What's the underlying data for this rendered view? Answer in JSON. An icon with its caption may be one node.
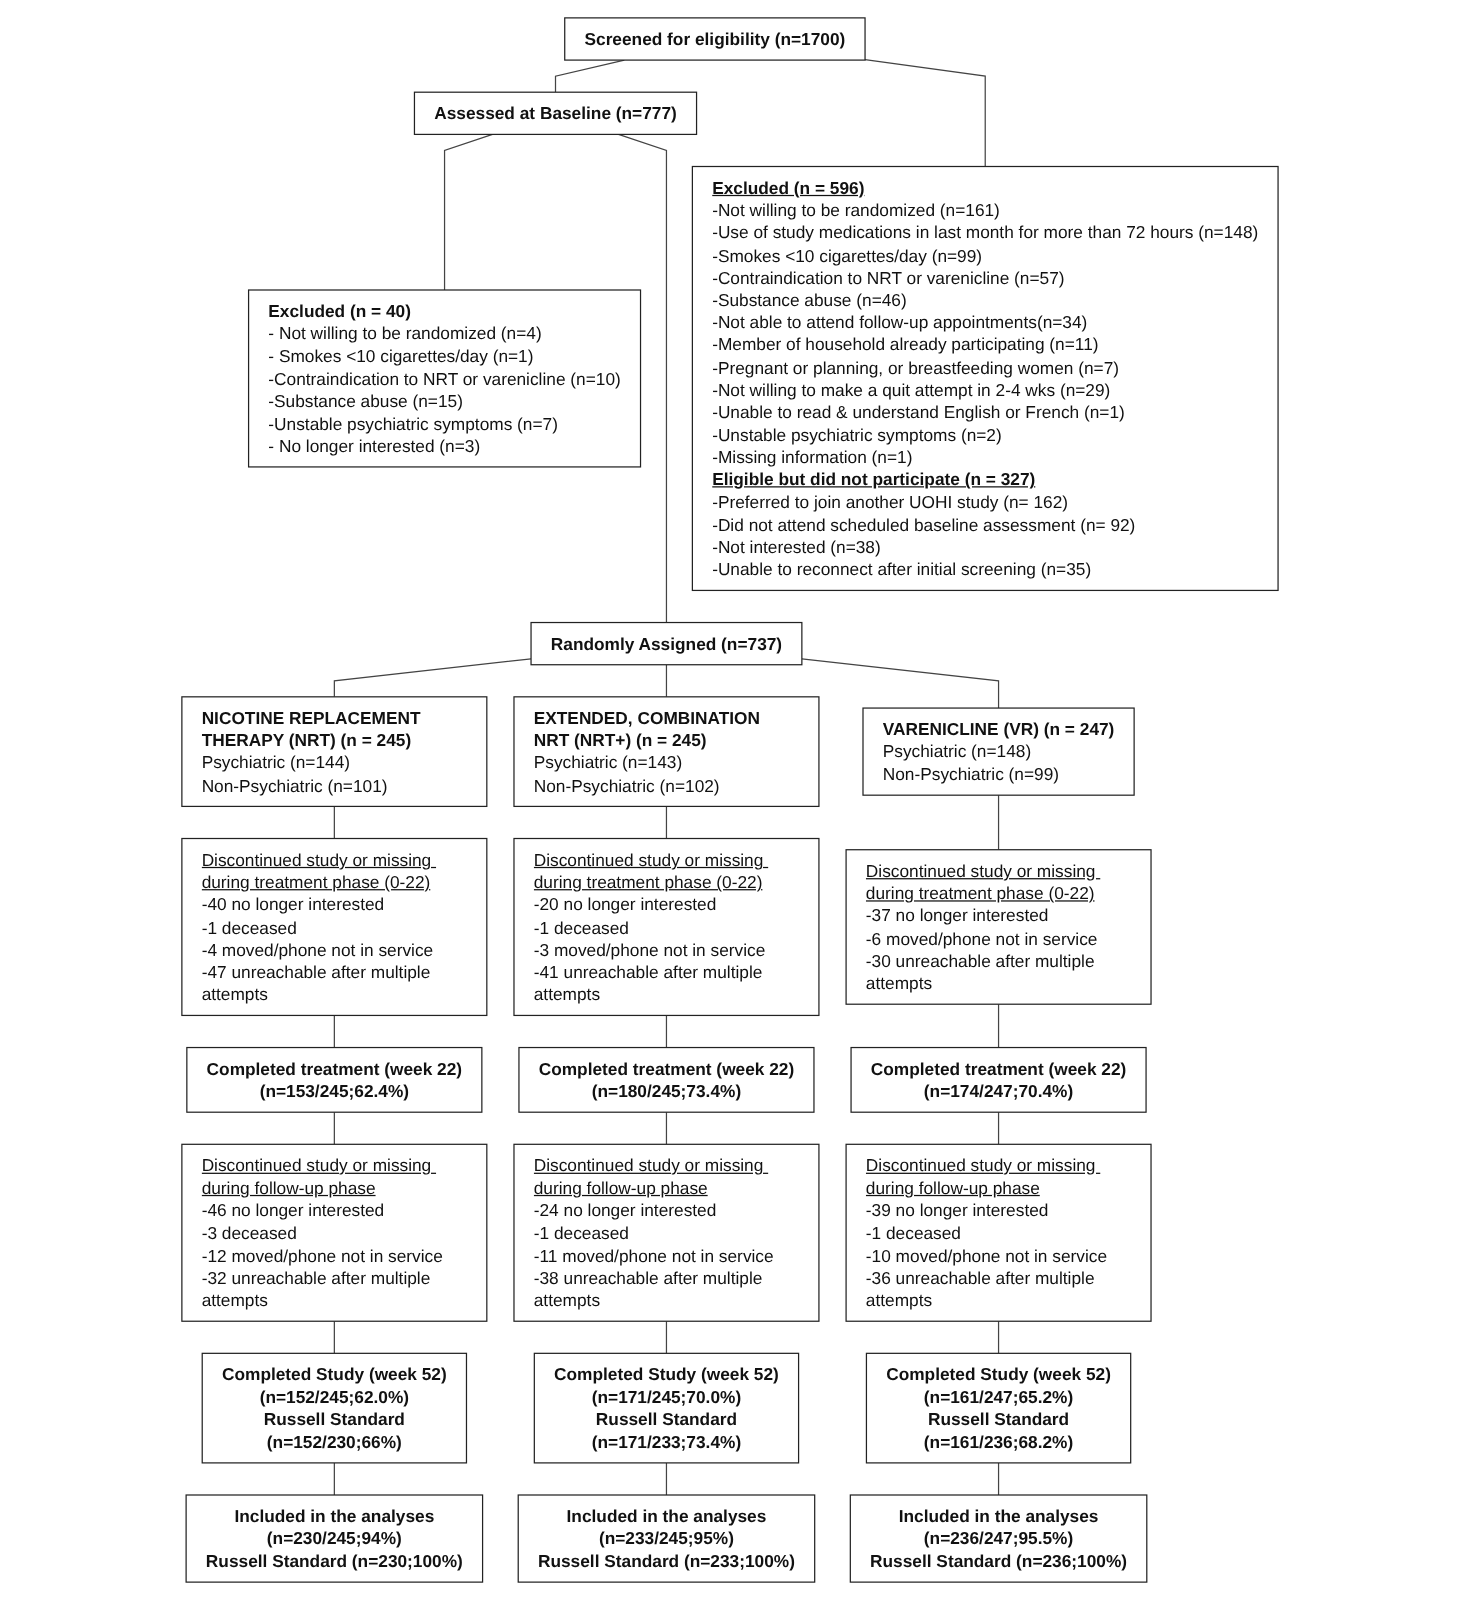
{
  "diagram": {
    "nodes": [
      {
        "text": [
          "Screened for eligibility (n=1700)"
        ]
      },
      {
        "text": [
          "Excluded (n = 596)",
          "-Not willing to be randomized (n=161)",
          "-Use of study medications in last month for more than 72 hours (n=148)",
          "-Smokes <10 cigarettes/day (n=99)",
          "-Contraindication to NRT or varenicline (n=57)",
          "-Substance abuse (n=46)",
          "-Not able to attend follow-up appointments(n=34)",
          "-Member of household already participating (n=11)",
          "-Pregnant or planning, or breastfeeding women (n=7)",
          "-Not willing to make a quit attempt in 2-4 wks (n=29)",
          "-Unable to read & understand English or French (n=1)",
          "-Unstable psychiatric symptoms (n=2)",
          "-Missing information (n=1)",
          "Eligible but did not participate (n = 327)",
          "-Preferred to join another UOHI study (n= 162)",
          "-Did not attend scheduled baseline assessment (n= 92)",
          "-Not interested (n=38)",
          "-Unable to reconnect after initial screening (n=35)"
        ]
      },
      {
        "text": [
          "Assessed at Baseline (n=777)"
        ]
      },
      {
        "text": [
          "Excluded (n = 40)",
          "- Not willing to be randomized (n=4)",
          "- Smokes <10 cigarettes/day (n=1)",
          "-Contraindication to NRT or varenicline (n=10)",
          "-Substance abuse (n=15)",
          "-Unstable psychiatric symptoms (n=7)",
          "- No longer interested (n=3)"
        ]
      },
      {
        "text": [
          "Randomly Assigned (n=737)"
        ]
      },
      {
        "text": [
          "NICOTINE REPLACEMENT THERAPY (NRT) (n = 245)",
          "Psychiatric (n=144)",
          "Non-Psychiatric (n=101)"
        ]
      },
      {
        "text": [
          "EXTENDED, COMBINATION NRT (NRT+) (n = 245)",
          "Psychiatric (n=143)",
          "Non-Psychiatric (n=102)"
        ]
      },
      {
        "text": [
          "VARENICLINE (VR) (n = 247)",
          "Psychiatric (n=148)",
          "Non-Psychiatric (n=99)"
        ]
      },
      {
        "text": [
          "Discontinued study or missing during treatment phase (0-22)",
          "-40 no longer interested",
          "-1 deceased",
          "-4 moved/phone not in service",
          "-47 unreachable after multiple attempts"
        ]
      },
      {
        "text": [
          "Discontinued study or missing during treatment phase (0-22)",
          "-20 no longer interested",
          "-1 deceased",
          "-3 moved/phone not in service",
          "-41 unreachable after multiple attempts"
        ]
      },
      {
        "text": [
          "Discontinued study or missing during treatment phase (0-22)",
          "-37 no longer interested",
          "-6 moved/phone not in service",
          "-30 unreachable after multiple attempts"
        ]
      },
      {
        "text": [
          "Completed treatment (week 22)",
          "(n=153/245;62.4%)"
        ]
      },
      {
        "text": [
          "Completed treatment (week 22)",
          "(n=180/245;73.4%)"
        ]
      },
      {
        "text": [
          "Completed treatment (week 22)",
          "(n=174/247;70.4%)"
        ]
      },
      {
        "text": [
          "Discontinued study or missing during follow-up phase",
          "-46 no longer interested",
          "-3 deceased",
          "-12 moved/phone not in service",
          "-32 unreachable after multiple attempts"
        ]
      },
      {
        "text": [
          "Discontinued study or missing during follow-up phase",
          "-24 no longer interested",
          "-1 deceased",
          "-11 moved/phone not in service",
          "-38 unreachable after multiple attempts"
        ]
      },
      {
        "text": [
          "Discontinued study or missing during follow-up phase",
          "-39 no longer interested",
          "-1 deceased",
          "-10 moved/phone not in service",
          "-36 unreachable after multiple attempts"
        ]
      },
      {
        "text": [
          "Completed Study (week 52)",
          "(n=152/245;62.0%)",
          "Russell Standard",
          "(n=152/230;66%)"
        ]
      },
      {
        "text": [
          "Completed Study (week 52)",
          "(n=171/245;70.0%)",
          "Russell Standard",
          "(n=171/233;73.4%)"
        ]
      },
      {
        "text": [
          "Completed Study (week 52)",
          "(n=161/247;65.2%)",
          "Russell Standard",
          "(n=161/236;68.2%)"
        ]
      },
      {
        "text": [
          "Included in the analyses",
          "(n=230/245;94%)",
          "Russell Standard (n=230;100%)"
        ]
      },
      {
        "text": [
          "Included in the analyses",
          "(n=233/245;95%)",
          "Russell Standard (n=233;100%)"
        ]
      },
      {
        "text": [
          "Included in the analyses",
          "(n=236/247;95.5%)",
          "Russell Standard (n=236;100%)"
        ]
      }
    ],
    "edges": [
      {
        "from": 0,
        "to": 2,
        "arrow": "none"
      },
      {
        "from": 0,
        "to": 1,
        "arrow": "none"
      },
      {
        "from": 2,
        "to": 3,
        "arrow": "none"
      },
      {
        "from": 2,
        "to": 4,
        "arrow": "none"
      },
      {
        "from": 4,
        "to": 5,
        "arrow": "none"
      },
      {
        "from": 4,
        "to": 6,
        "arrow": "none"
      },
      {
        "from": 4,
        "to": 7,
        "arrow": "none"
      },
      {
        "from": 5,
        "to": 8,
        "arrow": "none"
      },
      {
        "from": 6,
        "to": 9,
        "arrow": "none"
      },
      {
        "from": 7,
        "to": 10,
        "arrow": "none"
      },
      {
        "from": 8,
        "to": 11,
        "arrow": "none"
      },
      {
        "from": 9,
        "to": 12,
        "arrow": "none"
      },
      {
        "from": 10,
        "to": 13,
        "arrow": "none"
      },
      {
        "from": 11,
        "to": 14,
        "arrow": "none"
      },
      {
        "from": 12,
        "to": 15,
        "arrow": "none"
      },
      {
        "from": 13,
        "to": 16,
        "arrow": "none"
      },
      {
        "from": 14,
        "to": 17,
        "arrow": "none"
      },
      {
        "from": 15,
        "to": 18,
        "arrow": "none"
      },
      {
        "from": 16,
        "to": 19,
        "arrow": "none"
      },
      {
        "from": 17,
        "to": 20,
        "arrow": "none"
      },
      {
        "from": 18,
        "to": 21,
        "arrow": "none"
      },
      {
        "from": 19,
        "to": 22,
        "arrow": "none"
      }
    ]
  }
}
